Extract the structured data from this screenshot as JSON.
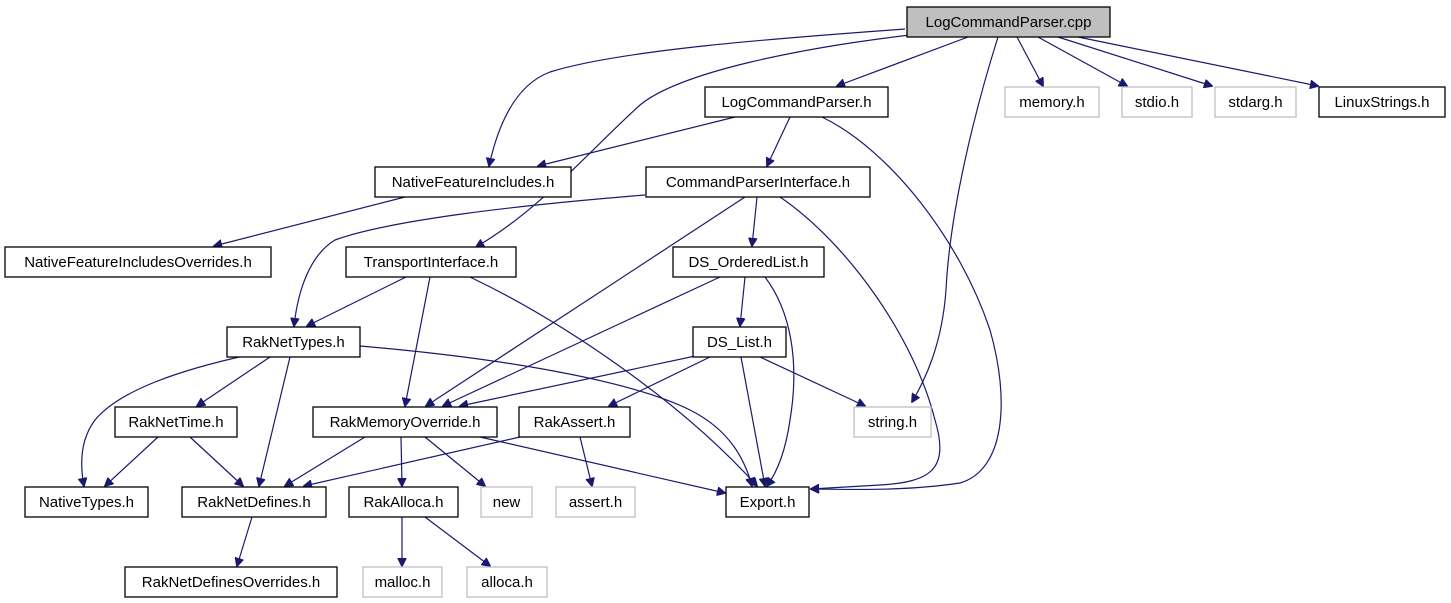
{
  "colors": {
    "edge": "#191970",
    "node_border": "#000000",
    "system_node_border": "#bfbfbf",
    "root_fill": "#bfbfbf"
  },
  "nodes": {
    "LogCommandParser_cpp": "LogCommandParser.cpp",
    "LogCommandParser_h": "LogCommandParser.h",
    "memory_h": "memory.h",
    "stdio_h": "stdio.h",
    "stdarg_h": "stdarg.h",
    "LinuxStrings_h": "LinuxStrings.h",
    "NativeFeatureIncludes_h": "NativeFeatureIncludes.h",
    "CommandParserInterface_h": "CommandParserInterface.h",
    "NativeFeatureIncludesOverrides_h": "NativeFeatureIncludesOverrides.h",
    "TransportInterface_h": "TransportInterface.h",
    "DS_OrderedList_h": "DS_OrderedList.h",
    "RakNetTypes_h": "RakNetTypes.h",
    "DS_List_h": "DS_List.h",
    "RakNetTime_h": "RakNetTime.h",
    "RakMemoryOverride_h": "RakMemoryOverride.h",
    "RakAssert_h": "RakAssert.h",
    "string_h": "string.h",
    "NativeTypes_h": "NativeTypes.h",
    "RakNetDefines_h": "RakNetDefines.h",
    "RakAlloca_h": "RakAlloca.h",
    "new": "new",
    "assert_h": "assert.h",
    "Export_h": "Export.h",
    "RakNetDefinesOverrides_h": "RakNetDefinesOverrides.h",
    "malloc_h": "malloc.h",
    "alloca_h": "alloca.h"
  }
}
